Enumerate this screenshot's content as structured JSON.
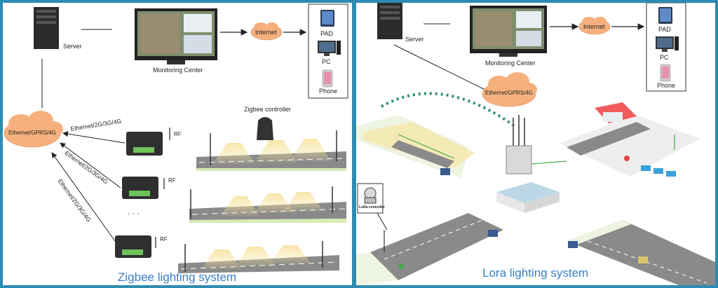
{
  "left": {
    "server_label": "Server",
    "monitor_label": "Monitoring Center",
    "internet_label": "Internet",
    "devices": [
      "PAD",
      "PC",
      "Phone"
    ],
    "cloud_label": "Ethernet/GPRS/4G",
    "links": [
      "Ethernet/2G/3G/4G",
      "Ethernet/2G/3G/4G",
      "Ethernet/2G/3G/4G"
    ],
    "rf_label": "RF",
    "controller_label": "Zigbee controller",
    "ellipsis": "· · ·",
    "title": "Zigbee lighting system"
  },
  "right": {
    "server_label": "Server",
    "monitor_label": "Monitoring Center",
    "internet_label": "Internet",
    "devices": [
      "PAD",
      "PC",
      "Phone"
    ],
    "cloud_label": "Ethernet/GPRS/4G",
    "controller_label": "LoRa controller",
    "title": "Lora lighting system"
  },
  "colors": {
    "frame": "#2e8bb0",
    "cloud_fill": "#f6b07e",
    "title_blue": "#3a7fc4",
    "road": "#8a8a8a",
    "grass": "#d6ecb4",
    "light_glow": "#f7e3a0"
  }
}
